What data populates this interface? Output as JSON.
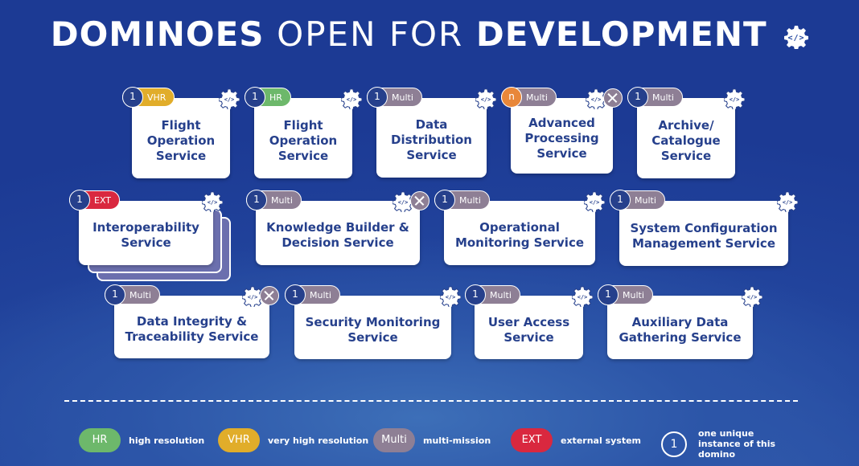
{
  "title": {
    "part1": "DOMINOES",
    "part2": "OPEN FOR",
    "part3": "DEVELOPMENT"
  },
  "colors": {
    "HR": "#6db86b",
    "VHR": "#e1ad2a",
    "Multi": "#8e7f95",
    "EXT": "#d9283f",
    "instance": "#26408c",
    "n": "#e8873a"
  },
  "cards": [
    {
      "name": "Flight Operation Service",
      "num": "1",
      "tag": "VHR",
      "x_icon": false
    },
    {
      "name": "Flight Operation Service",
      "num": "1",
      "tag": "HR",
      "x_icon": false
    },
    {
      "name": "Data Distribution Service",
      "num": "1",
      "tag": "Multi",
      "x_icon": false
    },
    {
      "name": "Advanced Processing Service",
      "num": "n",
      "tag": "Multi",
      "x_icon": true
    },
    {
      "name": "Archive/ Catalogue Service",
      "num": "1",
      "tag": "Multi",
      "x_icon": false
    },
    {
      "name": "Interoperability Service",
      "num": "1",
      "tag": "EXT",
      "x_icon": false
    },
    {
      "name": "Knowledge Builder & Decision Service",
      "num": "1",
      "tag": "Multi",
      "x_icon": true
    },
    {
      "name": "Operational Monitoring Service",
      "num": "1",
      "tag": "Multi",
      "x_icon": false
    },
    {
      "name": "System Configuration Management Service",
      "num": "1",
      "tag": "Multi",
      "x_icon": false
    },
    {
      "name": "Data Integrity & Traceability Service",
      "num": "1",
      "tag": "Multi",
      "x_icon": true
    },
    {
      "name": "Security Monitoring Service",
      "num": "1",
      "tag": "Multi",
      "x_icon": false
    },
    {
      "name": "User Access Service",
      "num": "1",
      "tag": "Multi",
      "x_icon": false
    },
    {
      "name": "Auxiliary Data Gathering Service",
      "num": "1",
      "tag": "Multi",
      "x_icon": false
    }
  ],
  "legend": [
    {
      "tag": "HR",
      "label": "high resolution"
    },
    {
      "tag": "VHR",
      "label": "very high resolution"
    },
    {
      "tag": "Multi",
      "label": "multi-mission"
    },
    {
      "tag": "EXT",
      "label": "external system"
    }
  ],
  "legend_instance": {
    "num": "1",
    "label": "one unique instance of this domino"
  }
}
